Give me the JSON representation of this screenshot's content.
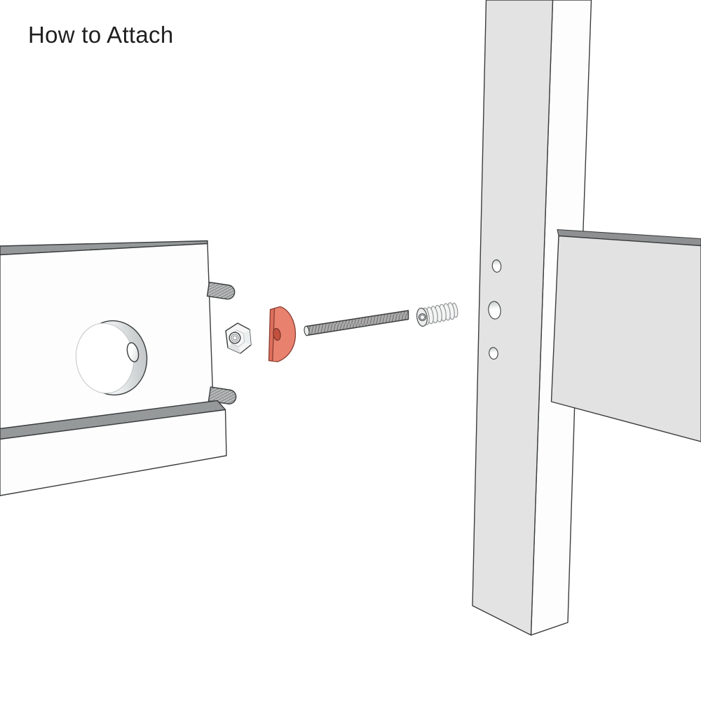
{
  "title": "How to Attach",
  "colors": {
    "background": "#ffffff",
    "outline": "#3a3d3e",
    "white_face": "#fdfdfd",
    "face_grey": "#e3e3e3",
    "panel_grey": "#e2e2e2",
    "block_band": "#96999a",
    "panel_band": "#8f9091",
    "metal_grey": "#a8a8a8",
    "nut_face": "#f6f6f6",
    "accent": "#e8826f",
    "accent_dark": "#dc6f5c",
    "accent_hole": "#c2503e",
    "accent_outline": "#8a3d31"
  },
  "parts": [
    {
      "name": "corner-bracket-block"
    },
    {
      "name": "counterbore-hole"
    },
    {
      "name": "dowel-pin-top"
    },
    {
      "name": "dowel-pin-bottom"
    },
    {
      "name": "side-rail"
    },
    {
      "name": "hex-nut"
    },
    {
      "name": "cam-wedge"
    },
    {
      "name": "threaded-rod"
    },
    {
      "name": "threaded-insert"
    },
    {
      "name": "table-leg"
    },
    {
      "name": "side-panel"
    }
  ]
}
